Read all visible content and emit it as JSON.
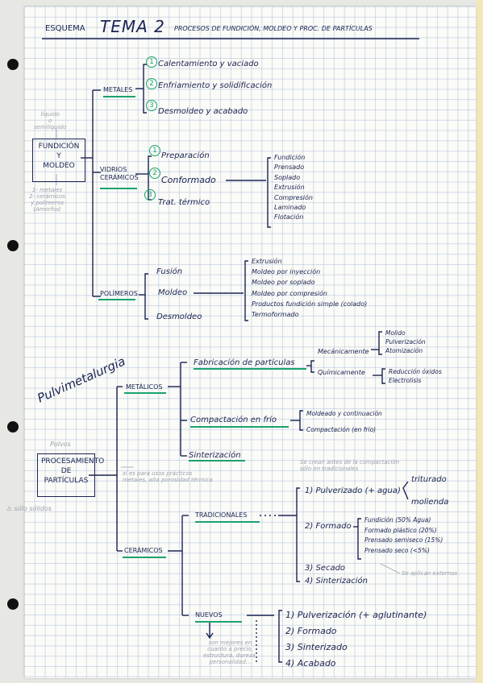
{
  "header": {
    "label": "ESQUEMA",
    "tema": "TEMA 2",
    "title": "PROCESOS DE FUNDICIÓN, MOLDEO Y PROC. DE PARTÍCULAS"
  },
  "fundicion": {
    "box": [
      "FUNDICIÓN",
      "Y",
      "MOLDEO"
    ],
    "pencil_above": [
      "líquido",
      "o",
      "semilíquido"
    ],
    "pencil_below": [
      "1- metales",
      "2- cerámicos",
      "y polímeros",
      "(Amorfos)"
    ],
    "metales": {
      "label": "METALES",
      "steps": [
        {
          "n": "1",
          "text": "Calentamiento y vaciado"
        },
        {
          "n": "2",
          "text": "Enfriamiento y solidificación"
        },
        {
          "n": "3",
          "text": "Desmoldeo y acabado"
        }
      ]
    },
    "vidrios": {
      "label": [
        "VIDRIOS",
        "CERÁMICOS"
      ],
      "steps": [
        {
          "n": "1",
          "text": "Preparación"
        },
        {
          "n": "2",
          "text": "Conformado"
        },
        {
          "n": "3",
          "text": "Trat. térmico"
        }
      ],
      "conformado_list": [
        "Fundición",
        "Prensado",
        "Soplado",
        "Extrusión",
        "Compresión",
        "Laminado",
        "Flotación"
      ]
    },
    "polimeros": {
      "label": "POLÍMEROS",
      "steps": [
        "Fusión",
        "Moldeo",
        "Desmoldeo"
      ],
      "moldeo_list": [
        "Extrusión",
        "Moldeo por inyección",
        "Moldeo por soplado",
        "Moldeo por compresión",
        "Productos fundición simple (colado)",
        "Termoformado"
      ]
    }
  },
  "particulas": {
    "box": [
      "PROCESAMIENTO",
      "DE",
      "PARTÍCULAS"
    ],
    "pencil_above": "Polvos",
    "pencil_left": "⚠ sólo sólidos",
    "pencil_right": [
      "si es para usos prácticos",
      "metales, alta porosidad térmica"
    ],
    "side_label": "Pulvimetalurgia",
    "metalicos": {
      "label": "METÁLICOS",
      "fabricacion": "Fabricación de partículas",
      "mecanicamente": "Mecánicamente",
      "mec_list": [
        "Molido",
        "Pulverización",
        "Atomización"
      ],
      "quimicamente": "Químicamente",
      "quim_list": [
        "Reducción óxidos",
        "Electrolisis"
      ],
      "compactacion": "Compactación en frío",
      "comp_list": [
        "Moldeado y continuación",
        "Compactación (en frío)"
      ],
      "sinterizacion": "Sinterización"
    },
    "ceramicos": {
      "label": "CERÁMICOS",
      "tradicionales": "TRADICIONALES",
      "pencil_top": [
        "Se crean antes de la compactación",
        "sólo en tradicionales"
      ],
      "trad_steps": [
        "1) Pulverizado (+ agua)",
        "2) Formado",
        "3) Secado",
        "4) Sinterización"
      ],
      "pulv_list": [
        "triturado",
        "molienda"
      ],
      "formado_list": [
        "Fundición (50% Agua)",
        "Formado plástico (20%)",
        "Prensado semiseco (15%)",
        "Prensado seco (<5%)"
      ],
      "pencil_right": "Se aplican externos",
      "nuevos": "NUEVOS",
      "nuevos_pencil": [
        "son mejores en",
        "cuanto a precio,",
        "estructura, dureza,",
        "personalidad..."
      ],
      "nuevos_steps": [
        "1) Pulverización (+ aglutinante)",
        "2) Formado",
        "3) Sinterizado",
        "4) Acabado"
      ]
    }
  }
}
